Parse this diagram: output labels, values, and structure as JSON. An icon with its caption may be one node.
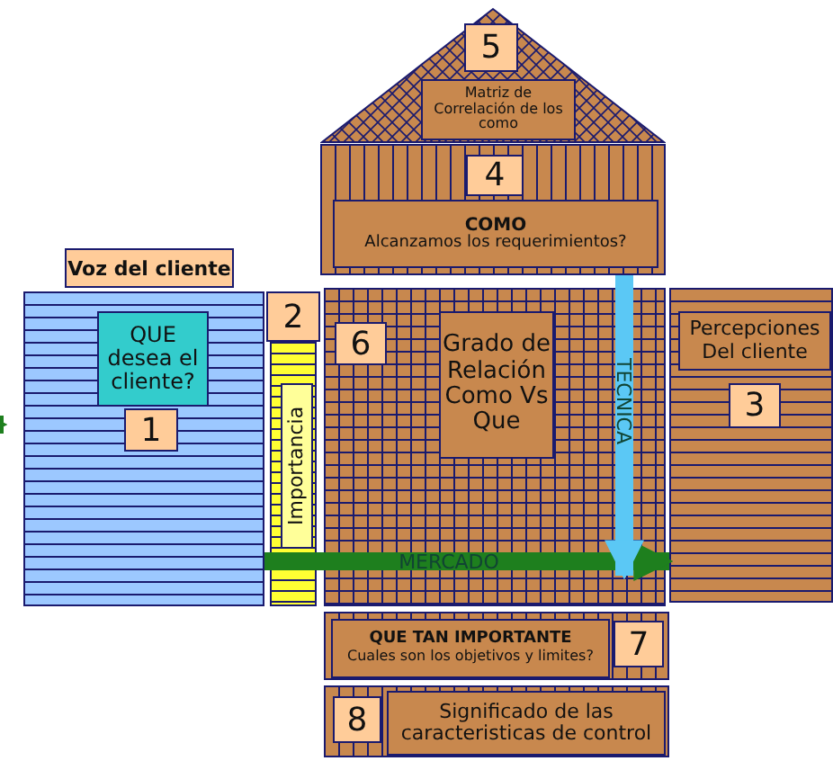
{
  "diagram": {
    "nodes": [
      {
        "text": [],
        "shape": "triangle"
      },
      {
        "text": [
          "5"
        ],
        "in": 0
      },
      {
        "text": [
          "Matriz de Correlación de los como"
        ],
        "in": 0
      },
      {
        "text": [],
        "shape": "box"
      },
      {
        "text": [
          "4"
        ],
        "in": 3
      },
      {
        "text": [
          "COMO",
          "Alcanzamos los requerimientos?"
        ],
        "in": 3
      },
      {
        "text": [
          "Voz del cliente"
        ]
      },
      {
        "text": [],
        "shape": "box"
      },
      {
        "text": [
          "QUE desea el cliente?"
        ],
        "in": 7
      },
      {
        "text": [
          "1"
        ],
        "in": 7
      },
      {
        "text": [
          "2"
        ]
      },
      {
        "text": [],
        "shape": "bar"
      },
      {
        "text": [
          "Importancia"
        ],
        "in": 11
      },
      {
        "text": [],
        "shape": "box"
      },
      {
        "text": [
          "6"
        ],
        "in": 13
      },
      {
        "text": [
          "Grado de Relación Como Vs Que"
        ],
        "in": 13
      },
      {
        "text": [],
        "shape": "box"
      },
      {
        "text": [
          "Percepciones Del cliente"
        ],
        "in": 16
      },
      {
        "text": [
          "3"
        ],
        "in": 16
      },
      {
        "text": [],
        "shape": "box"
      },
      {
        "text": [
          "QUE TAN IMPORTANTE",
          "Cuales son los objetivos y limites?"
        ],
        "in": 19
      },
      {
        "text": [
          "7"
        ],
        "in": 19
      },
      {
        "text": [],
        "shape": "box"
      },
      {
        "text": [
          "8"
        ],
        "in": 22
      },
      {
        "text": [
          "Significado de las caracteristicas de control"
        ],
        "in": 22
      }
    ],
    "edges": [
      {
        "from": 7,
        "to": 16,
        "arrow": "to",
        "label": "MERCADO"
      },
      {
        "from": 3,
        "to": 19,
        "arrow": "to",
        "label": "TECNICA",
        "color": "#5bc8f5"
      },
      {
        "from": null,
        "to": 7,
        "arrow": "to"
      }
    ]
  }
}
